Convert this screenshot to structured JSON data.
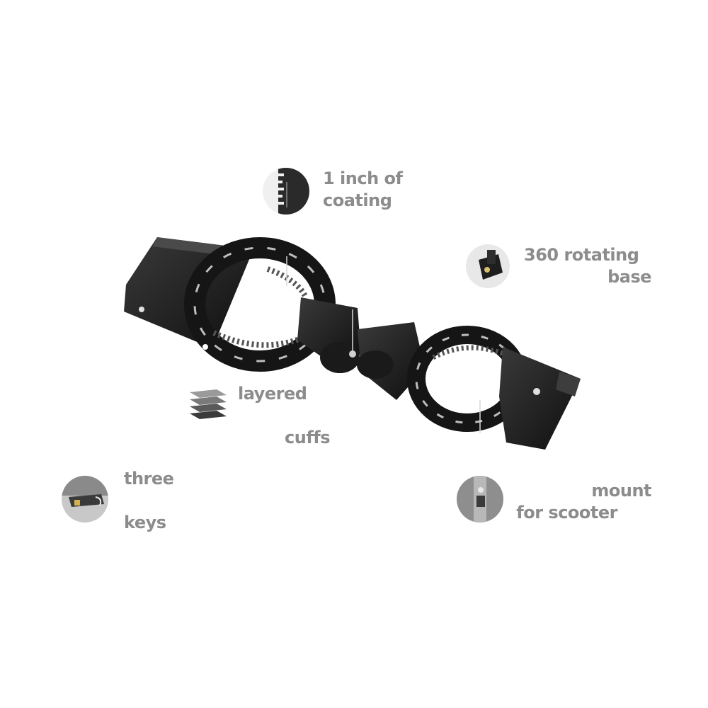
{
  "colors": {
    "label": "#8c8c8c",
    "product": "#111111",
    "product_highlight": "#3a3a3a",
    "metal": "#bdbdbd",
    "background": "#ffffff"
  },
  "features": {
    "coating": {
      "line1": "1 inch of",
      "line2": "coating",
      "icon": "ruler-icon"
    },
    "rotating": {
      "line1": "360 rotating",
      "line2": "base",
      "icon": "rotating-base-icon"
    },
    "layered": {
      "line1": "layered",
      "line2": "cuffs",
      "icon": "layers-icon"
    },
    "keys": {
      "line1": "three",
      "line2": "keys",
      "icon": "key-icon"
    },
    "mount": {
      "line1": "mount",
      "line2": "for scooter",
      "icon": "scooter-mount-icon"
    }
  }
}
